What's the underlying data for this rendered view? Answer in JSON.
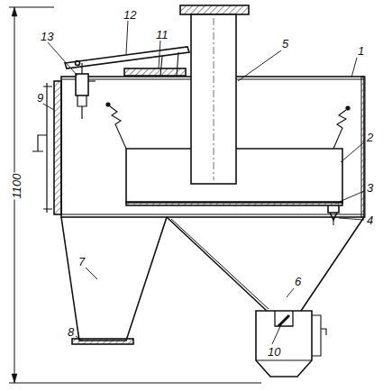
{
  "diagram": {
    "labels": [
      "1",
      "2",
      "3",
      "4",
      "5",
      "6",
      "7",
      "8",
      "9",
      "10",
      "11",
      "12",
      "13",
      "1100"
    ]
  }
}
